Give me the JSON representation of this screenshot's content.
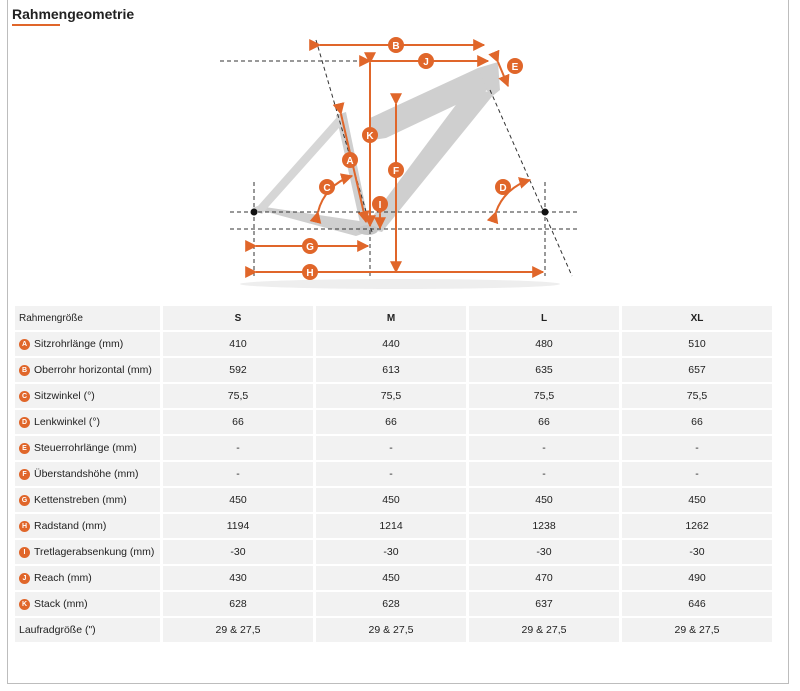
{
  "section_title": "Rahmengeometrie",
  "colors": {
    "accent": "#e0662a",
    "frame": "#cccccc",
    "row_bg": "#f2f2f2"
  },
  "diagram_labels": [
    "A",
    "B",
    "C",
    "D",
    "E",
    "F",
    "G",
    "H",
    "I",
    "J",
    "K"
  ],
  "table": {
    "corner": "Rahmengröße",
    "sizes": [
      "S",
      "M",
      "L",
      "XL"
    ],
    "rows": [
      {
        "badge": "A",
        "label": "Sitzrohrlänge (mm)",
        "values": [
          "410",
          "440",
          "480",
          "510"
        ]
      },
      {
        "badge": "B",
        "label": "Oberrohr horizontal (mm)",
        "values": [
          "592",
          "613",
          "635",
          "657"
        ]
      },
      {
        "badge": "C",
        "label": "Sitzwinkel (°)",
        "values": [
          "75,5",
          "75,5",
          "75,5",
          "75,5"
        ]
      },
      {
        "badge": "D",
        "label": "Lenkwinkel (°)",
        "values": [
          "66",
          "66",
          "66",
          "66"
        ]
      },
      {
        "badge": "E",
        "label": "Steuerrohrlänge (mm)",
        "values": [
          "-",
          "-",
          "-",
          "-"
        ]
      },
      {
        "badge": "F",
        "label": "Überstandshöhe (mm)",
        "values": [
          "-",
          "-",
          "-",
          "-"
        ]
      },
      {
        "badge": "G",
        "label": "Kettenstreben (mm)",
        "values": [
          "450",
          "450",
          "450",
          "450"
        ]
      },
      {
        "badge": "H",
        "label": "Radstand (mm)",
        "values": [
          "1194",
          "1214",
          "1238",
          "1262"
        ]
      },
      {
        "badge": "I",
        "label": "Tretlagerabsenkung (mm)",
        "values": [
          "-30",
          "-30",
          "-30",
          "-30"
        ]
      },
      {
        "badge": "J",
        "label": "Reach (mm)",
        "values": [
          "430",
          "450",
          "470",
          "490"
        ]
      },
      {
        "badge": "K",
        "label": "Stack (mm)",
        "values": [
          "628",
          "628",
          "637",
          "646"
        ]
      },
      {
        "badge": "",
        "label": "Laufradgröße (\")",
        "values": [
          "29 & 27,5",
          "29 & 27,5",
          "29 & 27,5",
          "29 & 27,5"
        ]
      }
    ]
  }
}
